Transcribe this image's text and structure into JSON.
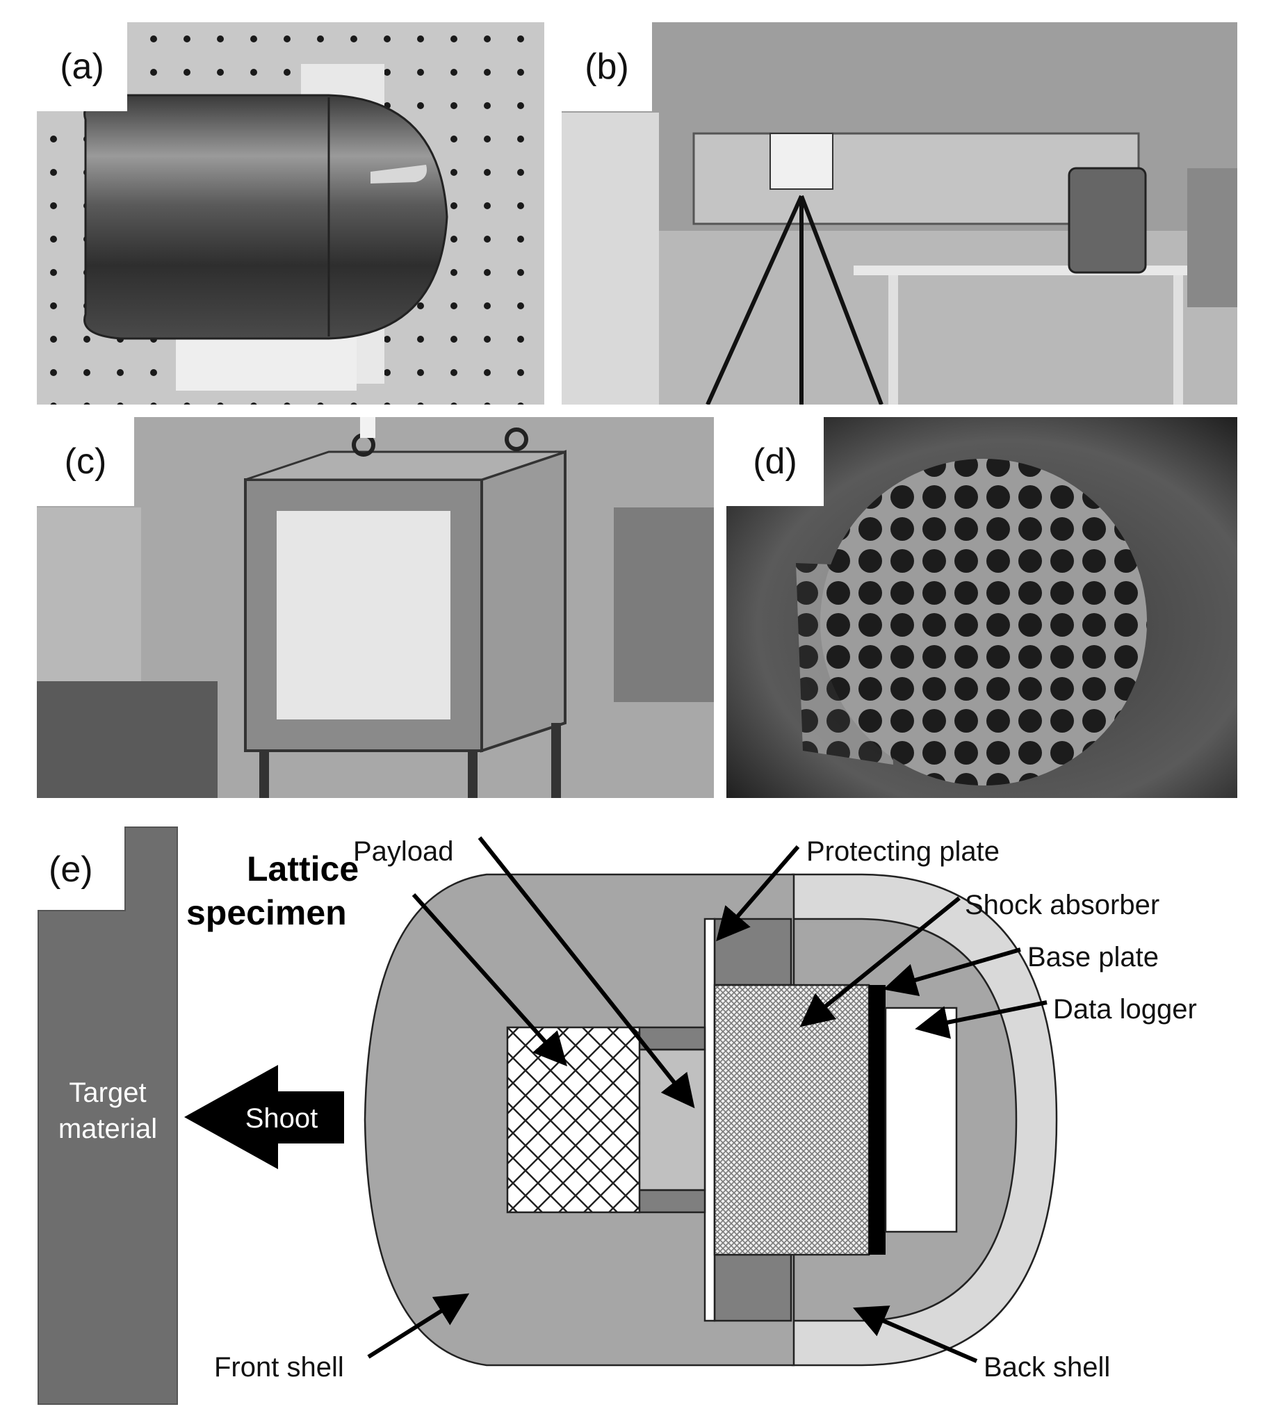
{
  "panels": [
    {
      "label": "(a)",
      "subject": "capsule-photo"
    },
    {
      "label": "(b)",
      "subject": "launcher-photo"
    },
    {
      "label": "(c)",
      "subject": "target-box-photo"
    },
    {
      "label": "(d)",
      "subject": "lattice-photo"
    }
  ],
  "diagram": {
    "label": "(e)",
    "lattice_line1": "Lattice",
    "lattice_line2": "specimen",
    "payload": "Payload",
    "protecting_plate": "Protecting plate",
    "shock_absorber": "Shock absorber",
    "base_plate": "Base plate",
    "data_logger": "Data logger",
    "target_line1": "Target",
    "target_line2": "material",
    "shoot": "Shoot",
    "front_shell": "Front shell",
    "back_shell": "Back shell"
  },
  "colors": {
    "front_shell": "#a6a6a6",
    "back_shell": "#d9d9d9",
    "target": "#6e6e6e",
    "dark_block": "#7f7f7f",
    "base_plate": "#000000"
  }
}
